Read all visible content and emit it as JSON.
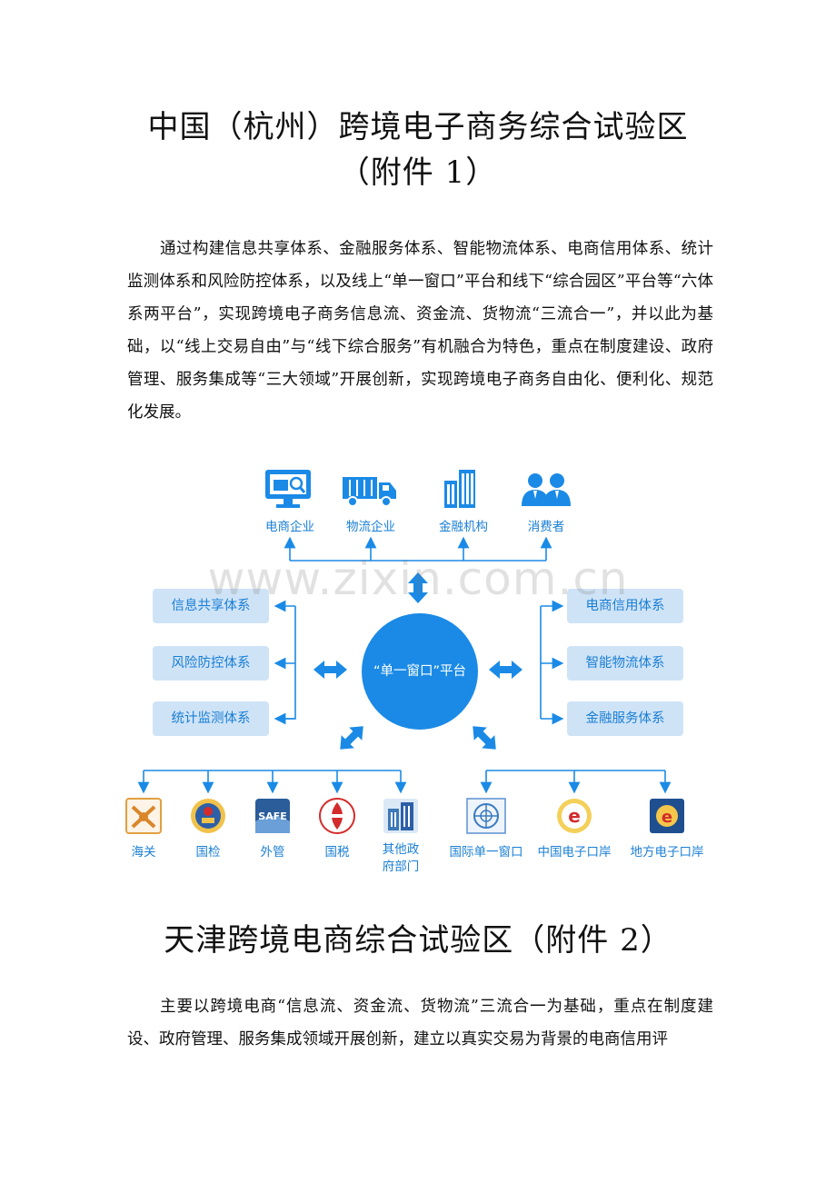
{
  "section1": {
    "title_line1": "中国（杭州）跨境电子商务综合试验区",
    "title_line2": "（附件 1）",
    "paragraph": "通过构建信息共享体系、金融服务体系、智能物流体系、电商信用体系、统计监测体系和风险防控体系，以及线上“单一窗口”平台和线下“综合园区”平台等“六体系两平台”，实现跨境电子商务信息流、资金流、货物流“三流合一”，并以此为基础，以“线上交易自由”与“线下综合服务”有机融合为特色，重点在制度建设、政府管理、服务集成等“三大领域”开展创新，实现跨境电子商务自由化、便利化、规范化发展。"
  },
  "watermark": "www.zixin.com.cn",
  "diagram": {
    "hub": "“单一窗口”平台",
    "top": [
      {
        "label": "电商企业",
        "icon": "monitor-icon"
      },
      {
        "label": "物流企业",
        "icon": "truck-icon"
      },
      {
        "label": "金融机构",
        "icon": "building-icon"
      },
      {
        "label": "消费者",
        "icon": "people-icon"
      }
    ],
    "left_systems": [
      "信息共享体系",
      "风险防控体系",
      "统计监测体系"
    ],
    "right_systems": [
      "电商信用体系",
      "智能物流体系",
      "金融服务体系"
    ],
    "bottom_left": [
      {
        "label": "海关",
        "icon": "customs-icon"
      },
      {
        "label": "国检",
        "icon": "inspection-icon"
      },
      {
        "label": "外管",
        "icon": "safe-icon"
      },
      {
        "label": "国税",
        "icon": "tax-icon"
      },
      {
        "label": "其他政府部门",
        "icon": "buildings-icon"
      }
    ],
    "bottom_left_last_lines": [
      "其他政",
      "府部门"
    ],
    "bottom_right": [
      {
        "label": "国际单一窗口",
        "icon": "un-icon"
      },
      {
        "label": "中国电子口岸",
        "icon": "china-eport-icon"
      },
      {
        "label": "地方电子口岸",
        "icon": "local-eport-icon"
      }
    ],
    "safe_text": "SAFE",
    "accent": "#1a8ae6",
    "box_color": "#cfe3f7"
  },
  "section2": {
    "title": "天津跨境电商综合试验区（附件 2）",
    "paragraph": "主要以跨境电商“信息流、资金流、货物流”三流合一为基础，重点在制度建设、政府管理、服务集成领域开展创新，建立以真实交易为背景的电商信用评"
  }
}
